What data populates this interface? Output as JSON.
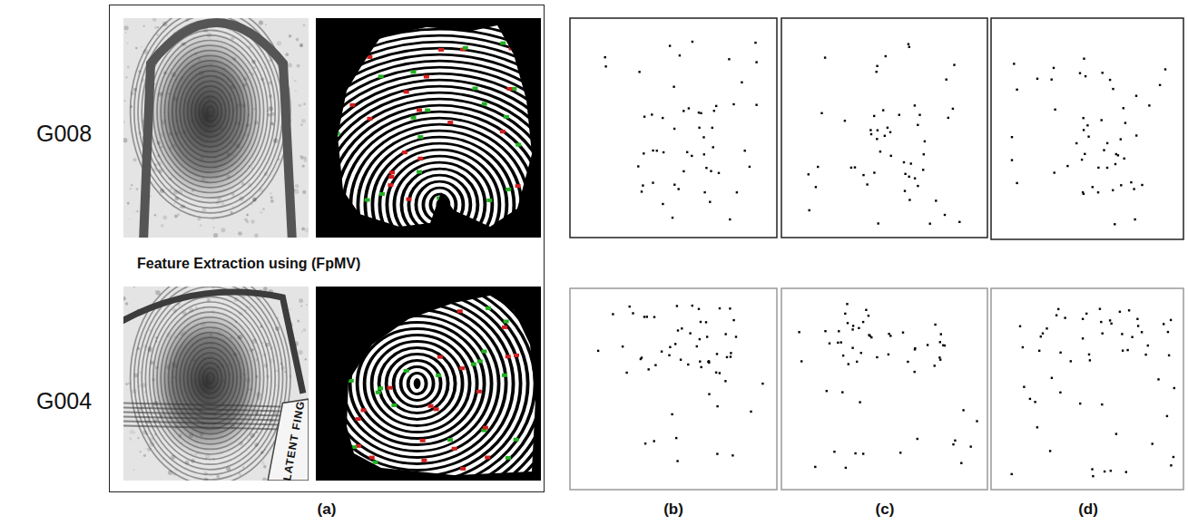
{
  "diagram": {
    "nodes": [
      {
        "text": [
          "Feature Extraction using (FpMV)"
        ]
      }
    ],
    "labels": [
      "G008",
      "G004",
      "LATENT FING",
      "(a)",
      "(b)",
      "(c)",
      "(d)"
    ]
  }
}
